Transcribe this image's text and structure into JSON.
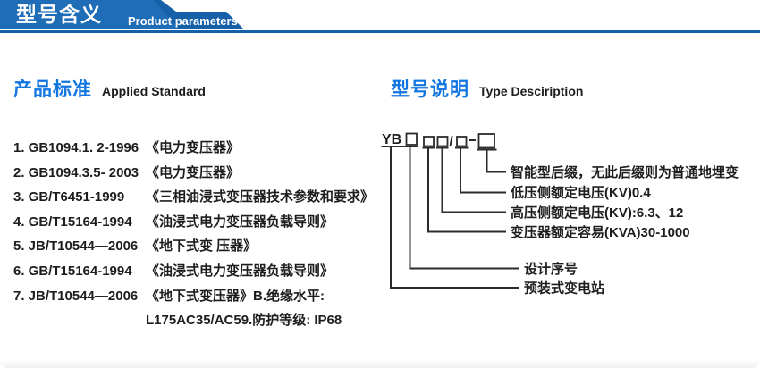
{
  "banner": {
    "title_cn": "型号含义",
    "subtitle_en": "Product parameters"
  },
  "colors": {
    "banner_blue": "#1560a8",
    "banner_blue_light": "#1e6db6",
    "heading_blue": "#1276e0",
    "text_dark": "#1d1d1d",
    "diagram_line": "#2b2b2b"
  },
  "applied_standard": {
    "heading_cn": "产品标准",
    "heading_en": "Applied Standard",
    "items": [
      {
        "code": "1. GB1094.1. 2-1996",
        "title": "《电力变压器》"
      },
      {
        "code": "2. GB1094.3.5- 2003",
        "title": "《电力变压器》"
      },
      {
        "code": "3. GB/T6451-1999",
        "title": "《三相油浸式变压器技术参数和要求》"
      },
      {
        "code": "4. GB/T15164-1994",
        "title": "《油浸式电力变压器负载导则》"
      },
      {
        "code": "5. JB/T10544—2006",
        "title": "《地下式变 压器》"
      },
      {
        "code": "6. GB/T15164-1994",
        "title": "《油浸式电力变压器负载导则》"
      },
      {
        "code": "7. JB/T10544—2006",
        "title": "《地下式变压器》B.绝缘水平:"
      },
      {
        "code": "",
        "title": "L175AC35/AC59.防护等级: IP68"
      }
    ]
  },
  "type_description": {
    "heading_cn": "型号说明",
    "heading_en": "Type Desciription",
    "model_prefix": "YB",
    "separator_slash": "/",
    "labels": [
      "智能型后缀，无此后缀则为普通地埋变",
      "低压侧额定电压(KV)0.4",
      "高压侧额定电压(KV):6.3、12",
      "变压器额定容易(KVA)30-1000",
      "设计序号",
      "预装式变电站"
    ]
  }
}
